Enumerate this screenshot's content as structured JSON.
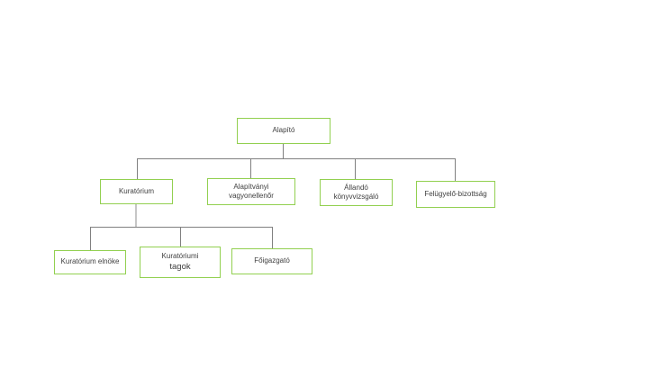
{
  "diagram": {
    "type": "org-chart",
    "nodes": {
      "alapito": {
        "label": "Alapító"
      },
      "kuratorium": {
        "label": "Kuratórium"
      },
      "vagyonellenor": {
        "label": "Alapítványi\nvagyonellenőr"
      },
      "konyvvizsgalo": {
        "label": "Állandó\nkönyvvizsgáló"
      },
      "felugyelo": {
        "label": "Felügyelő-bizottság"
      },
      "elnoke": {
        "label": "Kuratórium elnöke"
      },
      "tagok": {
        "label_line1": "Kuratóriumi",
        "label_line2": "tagok"
      },
      "foigazgato": {
        "label": "Főigazgató"
      }
    },
    "edges": [
      {
        "from": "alapito",
        "to": "kuratorium"
      },
      {
        "from": "alapito",
        "to": "vagyonellenor"
      },
      {
        "from": "alapito",
        "to": "konyvvizsgalo"
      },
      {
        "from": "alapito",
        "to": "felugyelo"
      },
      {
        "from": "kuratorium",
        "to": "elnoke"
      },
      {
        "from": "kuratorium",
        "to": "tagok"
      },
      {
        "from": "kuratorium",
        "to": "foigazgato"
      }
    ],
    "colors": {
      "box_border": "#92d050",
      "connector": "#808080",
      "connector_light": "#c6c6c6",
      "text": "#404040",
      "background": "#ffffff"
    }
  }
}
